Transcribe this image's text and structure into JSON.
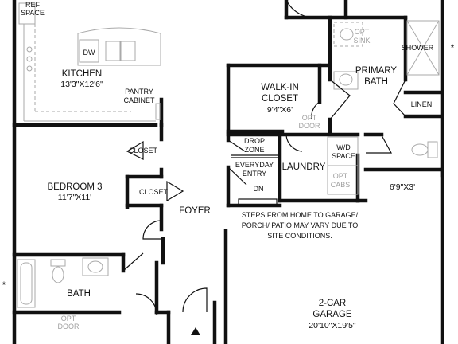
{
  "labels": {
    "ref_space": [
      "REF",
      "SPACE"
    ],
    "kitchen": "KITCHEN",
    "kitchen_size": "13'3\"X12'6\"",
    "dw": "DW",
    "pantry": [
      "PANTRY",
      "CABINET"
    ],
    "walkin": [
      "WALK-IN",
      "CLOSET"
    ],
    "walkin_size": "9'4\"X6'",
    "walkin_opt_door": [
      "OPT",
      "DOOR"
    ],
    "opt_sink": [
      "OPT",
      "SINK"
    ],
    "shower": "SHOWER",
    "primary_bath": [
      "PRIMARY",
      "BATH"
    ],
    "linen": "LINEN",
    "drop_zone": [
      "DROP",
      "ZONE"
    ],
    "everyday_entry": [
      "EVERYDAY",
      "ENTRY"
    ],
    "dn": "DN",
    "laundry": "LAUNDRY",
    "wd_space": [
      "W/D",
      "SPACE"
    ],
    "opt_cabs": [
      "OPT",
      "CABS"
    ],
    "closet_upper": "CLOSET",
    "closet_lower": "CLOSET",
    "bedroom3": "BEDROOM 3",
    "bedroom3_size": "11'7\"X11'",
    "foyer": "FOYER",
    "porch_size": "6'9\"X3'",
    "steps_note": [
      "STEPS FROM HOME TO GARAGE/",
      "PORCH/ PATIO MAY VARY DUE TO",
      "SITE CONDITIONS."
    ],
    "bath": "BATH",
    "bath_opt_door": [
      "OPT",
      "DOOR"
    ],
    "garage": [
      "2-CAR",
      "GARAGE"
    ],
    "garage_size": "20'10\"X19'5\"",
    "star_right": "*",
    "star_left": "*"
  }
}
